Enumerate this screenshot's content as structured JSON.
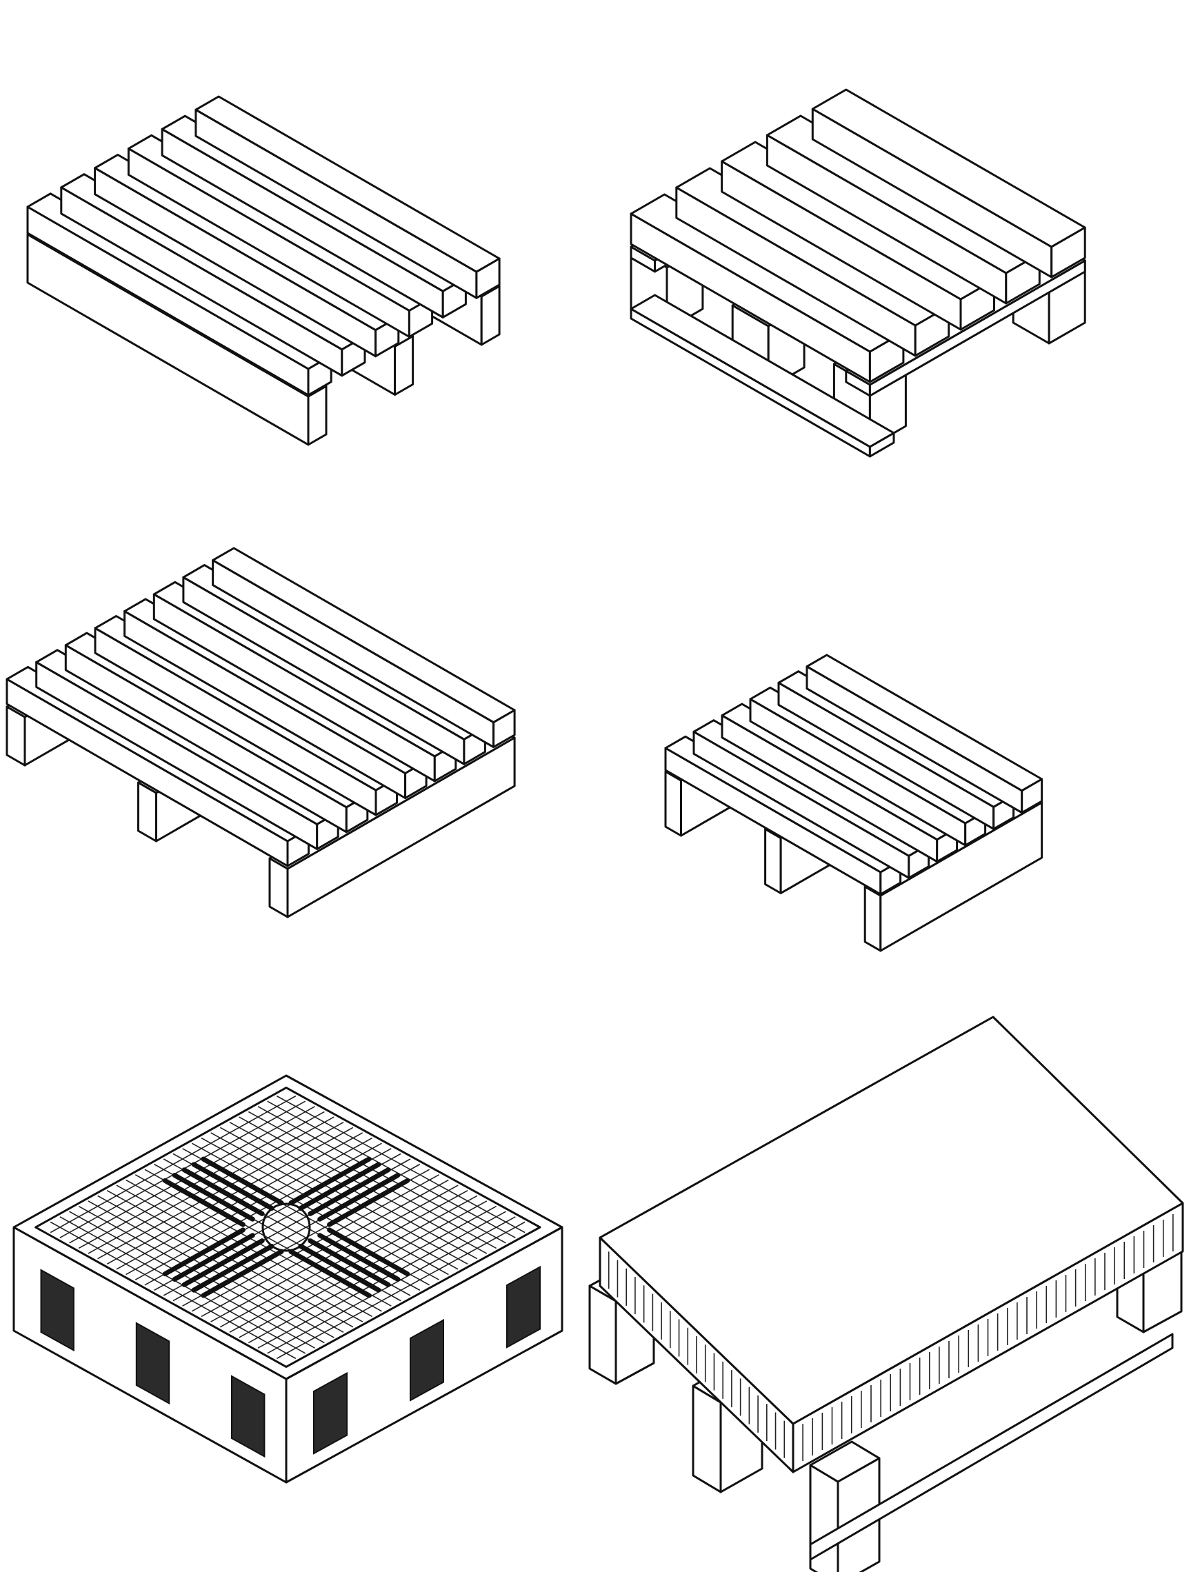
{
  "figure": {
    "background": "#ffffff",
    "line_color": "#111111",
    "panels": [
      {
        "id": "two-way-stringer-pallet",
        "kind": "wood stringer pallet, 6 deck boards"
      },
      {
        "id": "euro-block-pallet",
        "kind": "wood block pallet, 5 deck boards"
      },
      {
        "id": "notched-stringer-pallet",
        "kind": "wood notched stringer pallet, 8 deck boards"
      },
      {
        "id": "small-stringer-pallet",
        "kind": "wood stringer pallet, 6 deck boards"
      },
      {
        "id": "plastic-grid-pallet",
        "kind": "plastic grid pallet"
      },
      {
        "id": "honeycomb-paper-pallet",
        "kind": "paper honeycomb pallet on feet"
      }
    ]
  }
}
